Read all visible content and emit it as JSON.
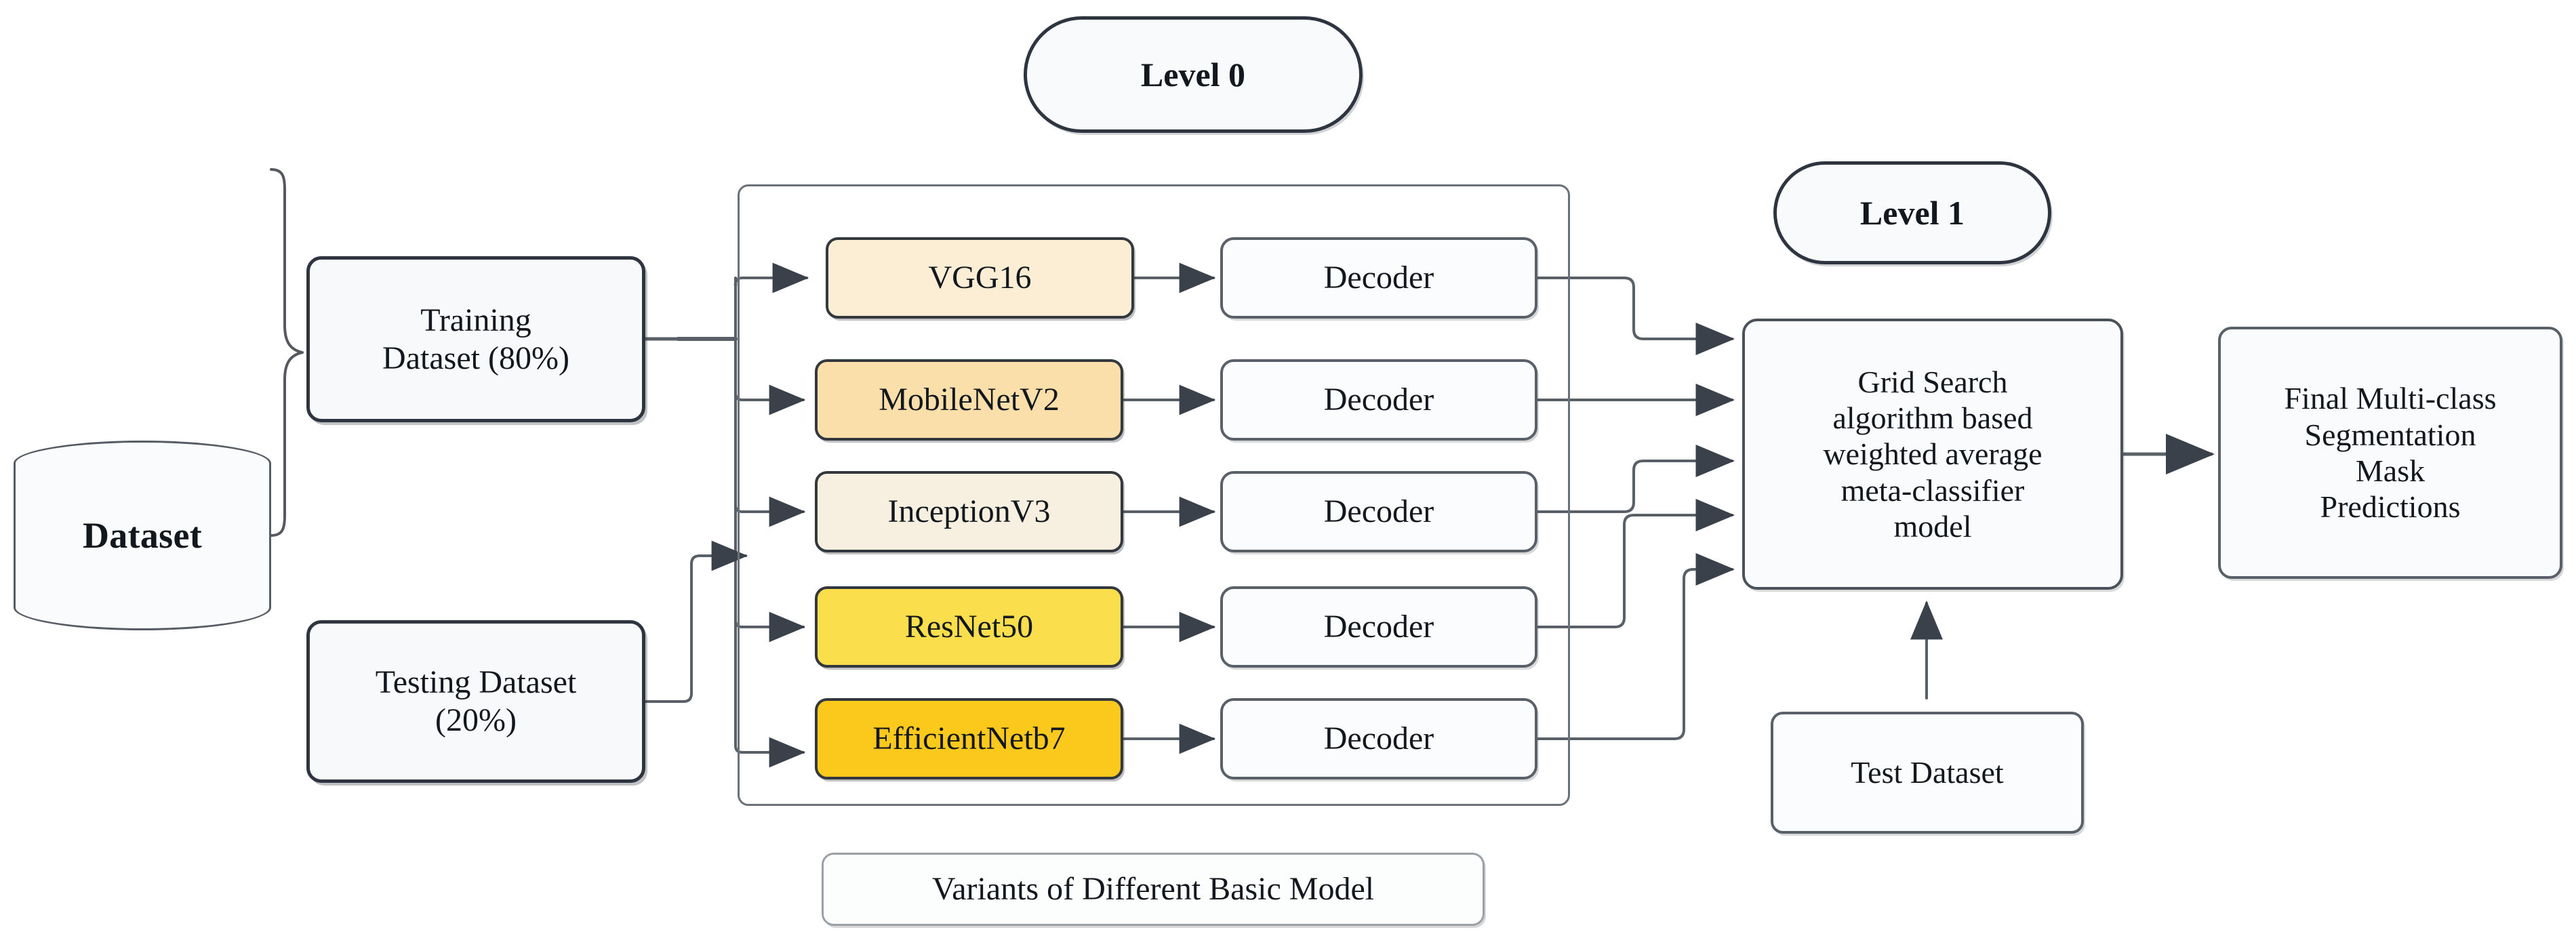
{
  "diagram": {
    "title_levels": {
      "level0": "Level 0",
      "level1": "Level 1"
    },
    "source": {
      "dataset_label": "Dataset"
    },
    "splits": [
      {
        "id": "training",
        "label": "Training\nDataset (80%)"
      },
      {
        "id": "testing",
        "label": "Testing Dataset\n(20%)"
      }
    ],
    "container_caption": "Variants of Different Basic Model",
    "base_models": [
      {
        "id": "vgg16",
        "label": "VGG16",
        "fill": "#fbeed5"
      },
      {
        "id": "mobilenetv2",
        "label": "MobileNetV2",
        "fill": "#fbdfab"
      },
      {
        "id": "inceptionv3",
        "label": "InceptionV3",
        "fill": "#f7f0e0"
      },
      {
        "id": "resnet50",
        "label": "ResNet50",
        "fill": "#fade4b"
      },
      {
        "id": "efficientnetb7",
        "label": "EfficientNetb7",
        "fill": "#fbc81c"
      }
    ],
    "decoders": [
      {
        "id": "decoder-1",
        "label": "Decoder"
      },
      {
        "id": "decoder-2",
        "label": "Decoder"
      },
      {
        "id": "decoder-3",
        "label": "Decoder"
      },
      {
        "id": "decoder-4",
        "label": "Decoder"
      },
      {
        "id": "decoder-5",
        "label": "Decoder"
      }
    ],
    "meta_classifier": {
      "label": "Grid Search\nalgorithm based\nweighted average\nmeta-classifier\nmodel"
    },
    "test_dataset": {
      "label": "Test Dataset"
    },
    "final_output": {
      "label": "Final Multi-class\nSegmentation\nMask\nPredictions"
    },
    "colors": {
      "edge": "#4a5058",
      "edge_light": "#6e747c",
      "arrowhead": "#3b414a",
      "node_border_dark": "#2e3440",
      "node_border_mid": "#5a6068",
      "node_border_light": "#9aa0a6",
      "node_fill": "#fafbfc",
      "text": "#13181f",
      "background": "#ffffff"
    }
  }
}
